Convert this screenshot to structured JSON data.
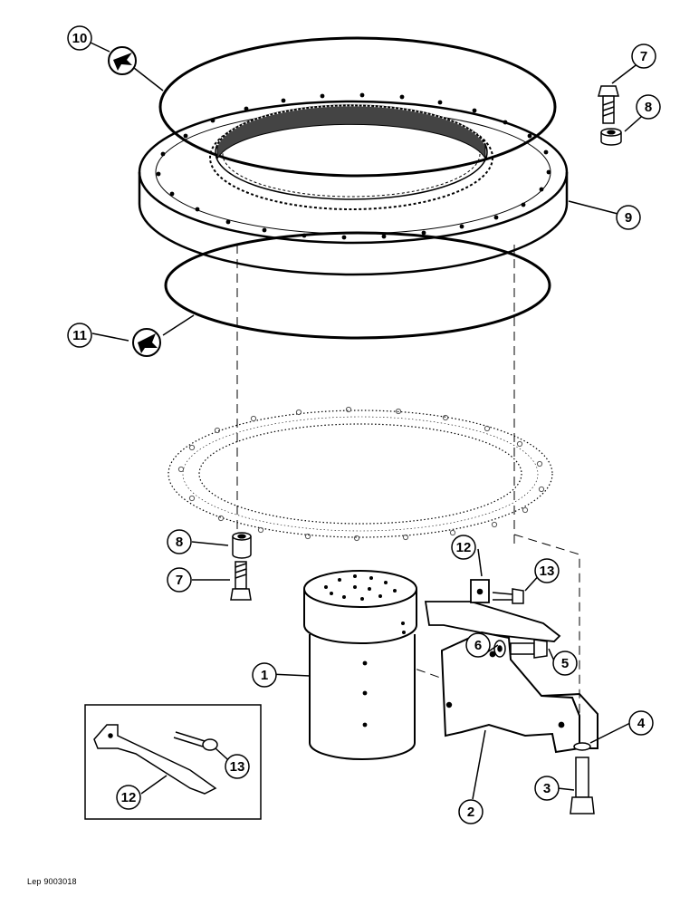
{
  "diagram": {
    "reference_code": "Lep 9003018",
    "callouts": [
      {
        "id": "c10a",
        "label": "10"
      },
      {
        "id": "c7a",
        "label": "7"
      },
      {
        "id": "c8a",
        "label": "8"
      },
      {
        "id": "c9",
        "label": "9"
      },
      {
        "id": "c11",
        "label": "11"
      },
      {
        "id": "c8b",
        "label": "8"
      },
      {
        "id": "c7b",
        "label": "7"
      },
      {
        "id": "c12a",
        "label": "12"
      },
      {
        "id": "c13a",
        "label": "13"
      },
      {
        "id": "c1",
        "label": "1"
      },
      {
        "id": "c6",
        "label": "6"
      },
      {
        "id": "c5",
        "label": "5"
      },
      {
        "id": "c4",
        "label": "4"
      },
      {
        "id": "c3",
        "label": "3"
      },
      {
        "id": "c2",
        "label": "2"
      },
      {
        "id": "c13b",
        "label": "13"
      },
      {
        "id": "c12b",
        "label": "12"
      }
    ],
    "symbols": [
      "sealant-symbol",
      "sealant-symbol"
    ]
  }
}
